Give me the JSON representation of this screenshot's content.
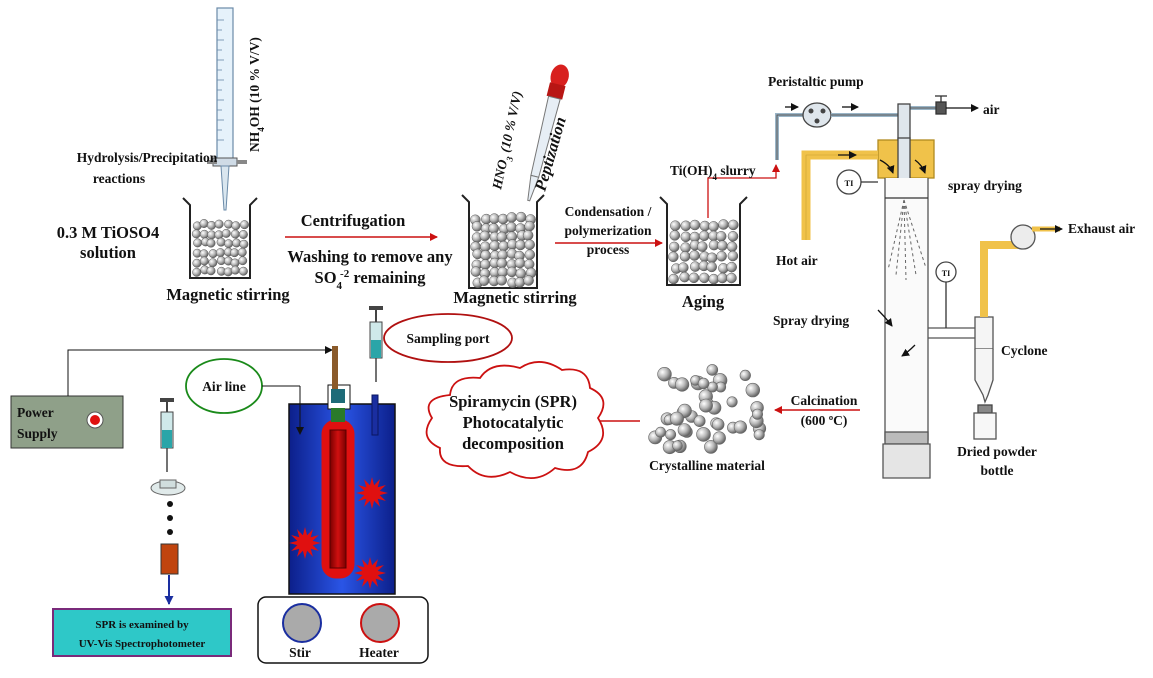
{
  "labels": {
    "hydrolysis_line1": "Hydrolysis/Precipitation",
    "hydrolysis_line2": "reactions",
    "reagent_nh4oh_pre": "NH",
    "reagent_nh4oh_sub": "4",
    "reagent_nh4oh_post": "OH (10 % V/V)",
    "tioso4_line1": "0.3 M TiOSO4",
    "tioso4_line2": "solution",
    "magnetic_stirring_1": "Magnetic stirring",
    "centrifugation": "Centrifugation",
    "washing_line1": "Washing to remove any",
    "washing_line2_pre": "SO",
    "washing_line2_sub": "4",
    "washing_line2_sup": "-2",
    "washing_line2_post": " remaining",
    "reagent_hno3_pre": "HNO",
    "reagent_hno3_sub": "3",
    "reagent_hno3_post": " (10 % V/V)",
    "peptization": "Peptization",
    "magnetic_stirring_2": "Magnetic stirring",
    "condensation_line1": "Condensation /",
    "condensation_line2": "polymerization",
    "condensation_line3": "process",
    "aging": "Aging",
    "slurry_pre": "Ti(OH)",
    "slurry_sub": "4",
    "slurry_post": " slurry",
    "peristaltic_pump": "Peristaltic pump",
    "air": "air",
    "spray_drying_upper": "spray drying",
    "hot_air": "Hot air",
    "exhaust_air": "Exhaust air",
    "spray_drying_lower": "Spray drying",
    "cyclone": "Cyclone",
    "ti_gauge": "TI",
    "dried_powder_line1": "Dried powder",
    "dried_powder_line2": "bottle",
    "calcination_line1": "Calcination",
    "calcination_line2": "(600 ºC)",
    "crystalline_material": "Crystalline material",
    "spr_line1": "Spiramycin (SPR)",
    "spr_line2": "Photocatalytic",
    "spr_line3": "decomposition",
    "sampling_port": "Sampling port",
    "air_line": "Air line",
    "power_supply_line1": "Power",
    "power_supply_line2": "Supply",
    "stir": "Stir",
    "heater": "Heater",
    "uvvis_line1": "SPR is examined by",
    "uvvis_line2": "UV-Vis Spectrophotometer"
  },
  "colors": {
    "arrow_red": "#cc1111",
    "reactor_blue": "#1f3fd0",
    "lamp_red": "#e01010",
    "power_box": "#8fa089",
    "uvvis_box": "#2ec8c8",
    "uvvis_border": "#7a2a7a",
    "air_line_border": "#1a8a1a",
    "sampling_border": "#b01010",
    "duct_yellow": "#f0c24a"
  }
}
